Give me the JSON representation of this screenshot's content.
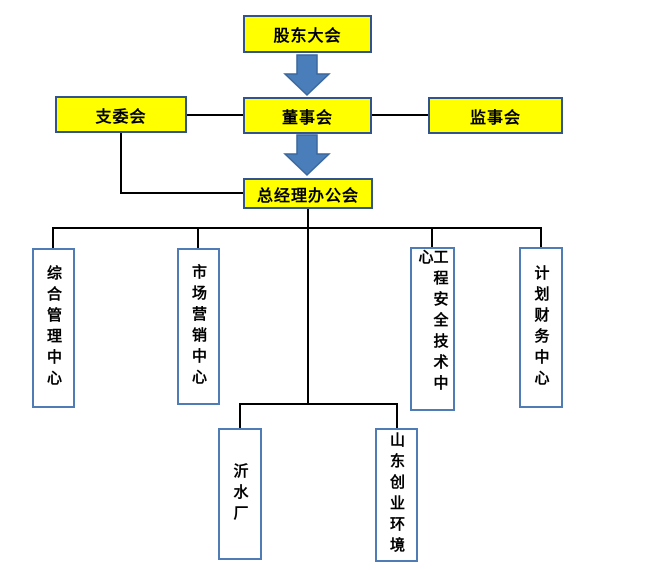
{
  "colors": {
    "node_fill": "#ffff00",
    "node_border": "#31538f",
    "dept_fill": "#ffffff",
    "dept_border": "#4f7cb5",
    "arrow_fill": "#4a7ebb",
    "arrow_stroke": "#3a679c",
    "connector": "#000000"
  },
  "nodes": {
    "shareholders_meeting": "股东大会",
    "branch_committee": "支委会",
    "board_of_directors": "董事会",
    "supervisory_board": "监事会",
    "gm_office_meeting": "总经理办公会",
    "general_mgmt_center": "综合管理中心",
    "marketing_center": "市场营销中心",
    "engineering_safety_center": "工程安全技术中心",
    "planning_finance_center": "计划财务中心",
    "yishui_plant": "沂水厂",
    "shandong_chuangye_env": "山东创业环境"
  },
  "edges": [
    {
      "from": "股东大会",
      "to": "董事会",
      "style": "block-arrow"
    },
    {
      "from": "支委会",
      "to": "董事会",
      "style": "line"
    },
    {
      "from": "董事会",
      "to": "监事会",
      "style": "line"
    },
    {
      "from": "董事会",
      "to": "总经理办公会",
      "style": "block-arrow"
    },
    {
      "from": "支委会",
      "to": "总经理办公会",
      "style": "elbow-line"
    },
    {
      "from": "总经理办公会",
      "to": "综合管理中心",
      "style": "line"
    },
    {
      "from": "总经理办公会",
      "to": "市场营销中心",
      "style": "line"
    },
    {
      "from": "总经理办公会",
      "to": "工程安全技术中心",
      "style": "line"
    },
    {
      "from": "总经理办公会",
      "to": "计划财务中心",
      "style": "line"
    },
    {
      "from": "总经理办公会",
      "to": "沂水厂",
      "style": "line"
    },
    {
      "from": "总经理办公会",
      "to": "山东创业环境",
      "style": "line"
    }
  ]
}
